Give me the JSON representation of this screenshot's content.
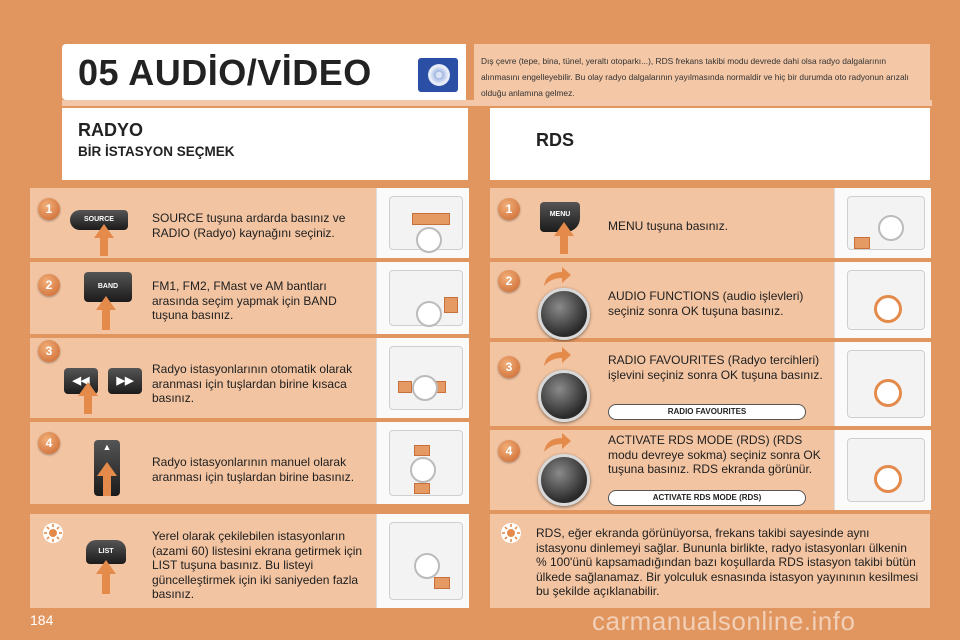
{
  "header": {
    "title": "05 AUDİO/VİDEO",
    "intro": "Dış çevre (tepe, bina, tünel, yeraltı otoparkı...), RDS frekans takibi modu devrede dahi olsa radyo dalgalarının alınmasını engelleyebilir. Bu olay radyo dalgalarının yayılmasında normaldir ve hiç bir durumda oto radyonun arızalı olduğu anlamına gelmez."
  },
  "radio": {
    "title": "RADYO",
    "subtitle": "BİR İSTASYON SEÇMEK",
    "steps": [
      {
        "num": "1",
        "button": "SOURCE",
        "text": "SOURCE tuşuna ardarda basınız ve RADIO (Radyo) kaynağını seçiniz."
      },
      {
        "num": "2",
        "button": "BAND",
        "text": "FM1, FM2, FMast ve AM bantları arasında seçim yapmak için BAND tuşuna basınız."
      },
      {
        "num": "3",
        "button": "",
        "text": "Radyo istasyonlarının otomatik olarak aranması için tuşlardan birine kısaca basınız."
      },
      {
        "num": "4",
        "button": "",
        "text": "Radyo istasyonlarının manuel olarak aranması için tuşlardan birine basınız."
      }
    ],
    "tip": {
      "button": "LIST",
      "text": "Yerel olarak çekilebilen istasyonların (azami 60) listesini ekrana getirmek için LIST tuşuna basınız. Bu listeyi güncelleştirmek için iki saniyeden fazla basınız."
    }
  },
  "rds": {
    "title": "RDS",
    "steps": [
      {
        "num": "1",
        "button": "MENU",
        "text": "MENU tuşuna basınız.",
        "label": ""
      },
      {
        "num": "2",
        "button": "",
        "text": "AUDIO FUNCTIONS (audio işlevleri) seçiniz sonra OK tuşuna basınız.",
        "label": ""
      },
      {
        "num": "3",
        "button": "",
        "text": "RADIO FAVOURITES (Radyo tercihleri) işlevini seçiniz sonra OK tuşuna basınız.",
        "label": "RADIO FAVOURITES"
      },
      {
        "num": "4",
        "button": "",
        "text": "ACTIVATE RDS MODE (RDS) (RDS modu devreye sokma) seçiniz sonra OK tuşuna basınız. RDS ekranda görünür.",
        "label": "ACTIVATE RDS MODE (RDS)"
      }
    ],
    "tip": {
      "text": "RDS, eğer ekranda görünüyorsa, frekans takibi sayesinde aynı istasyonu dinlemeyi sağlar. Bununla birlikte, radyo istasyonları ülkenin % 100'ünü kapsamadığından bazı koşullarda RDS istasyon takibi bütün ülkede sağlanamaz. Bir yolculuk esnasında istasyon yayınının kesilmesi bu şekilde açıklanabilir."
    }
  },
  "footer": {
    "page": "184",
    "watermark": "carmanualsonline.info"
  },
  "colors": {
    "background": "#e2965f",
    "row": "#f2c4a2",
    "accent": "#e48a4a"
  }
}
